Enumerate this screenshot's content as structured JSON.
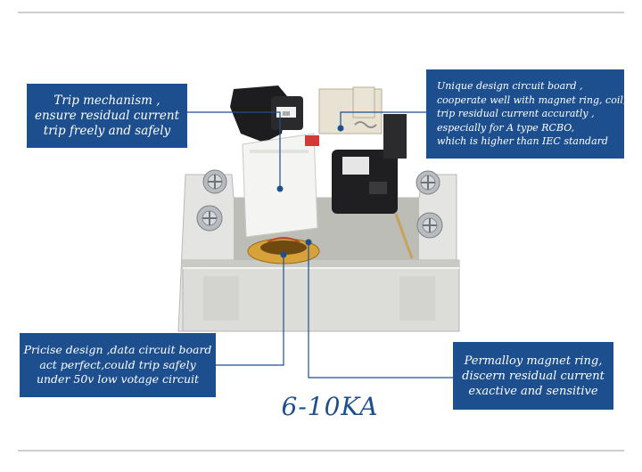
{
  "callouts": {
    "trip_mechanism": {
      "lines": [
        "Trip mechanism ,",
        "ensure residual current",
        "trip freely and safely"
      ]
    },
    "circuit_board": {
      "lines": [
        "Unique design circuit board ,",
        "cooperate well with magnet ring,  coil,",
        "trip residual current accuratly ,",
        "especially for A type RCBO,",
        "which is higher than IEC standard"
      ]
    },
    "data_board": {
      "lines": [
        "Pricise design ,data circuit board",
        "act perfect,could trip safely",
        "under 50v  low votage circuit"
      ]
    },
    "magnet_ring": {
      "lines": [
        "Permalloy magnet ring,",
        "discern residual current",
        "exactive and sensitive"
      ]
    }
  },
  "rating_label": "6-10KA",
  "product_text": {
    "coil_marking": "IIII"
  },
  "colors": {
    "callout_bg": "#1d4f8e",
    "callout_text": "#ffffff",
    "rating_text": "#1d4f8e",
    "leader_line": "#1d4f8e"
  }
}
